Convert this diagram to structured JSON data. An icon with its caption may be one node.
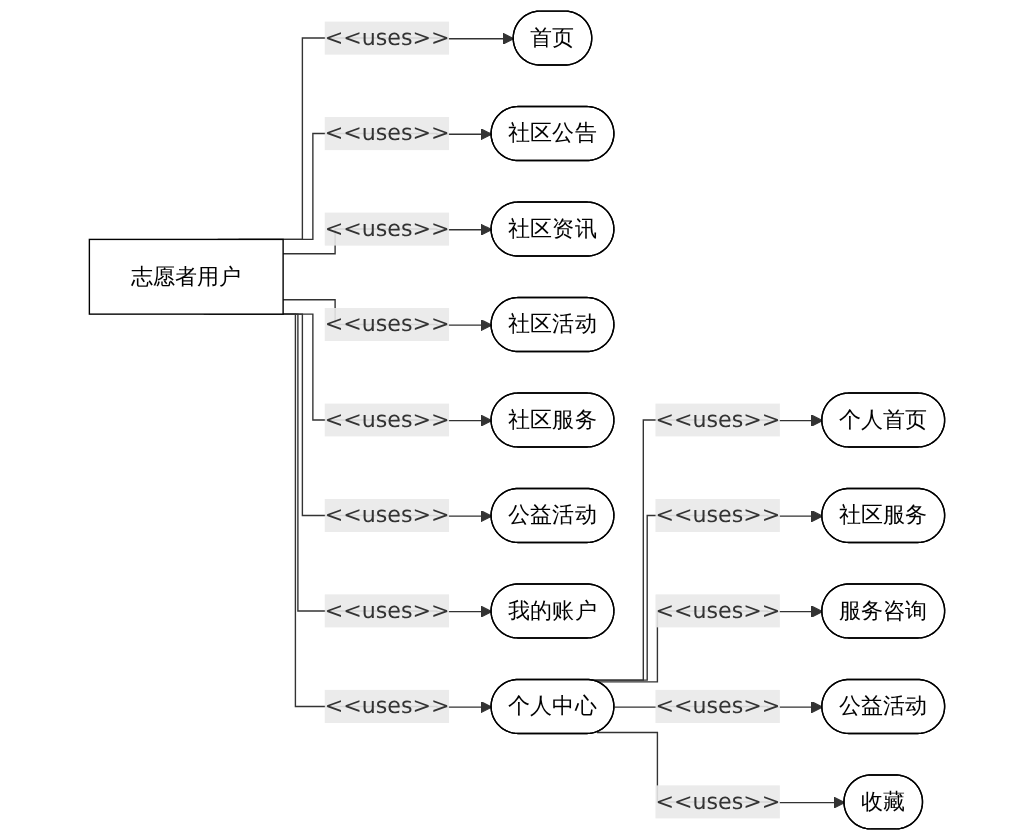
{
  "diagram": {
    "nodes": [
      {
        "text": [
          "志愿者用户"
        ]
      },
      {
        "text": [
          "首页"
        ]
      },
      {
        "text": [
          "社区公告"
        ]
      },
      {
        "text": [
          "社区资讯"
        ]
      },
      {
        "text": [
          "社区活动"
        ]
      },
      {
        "text": [
          "社区服务"
        ]
      },
      {
        "text": [
          "公益活动"
        ]
      },
      {
        "text": [
          "我的账户"
        ]
      },
      {
        "text": [
          "个人中心"
        ]
      },
      {
        "text": [
          "个人首页"
        ]
      },
      {
        "text": [
          "社区服务"
        ]
      },
      {
        "text": [
          "服务咨询"
        ]
      },
      {
        "text": [
          "公益活动"
        ]
      },
      {
        "text": [
          "收藏"
        ]
      }
    ],
    "edges": [
      {
        "from": 0,
        "to": 1,
        "arrow": "to",
        "label": "<<uses>>"
      },
      {
        "from": 0,
        "to": 2,
        "arrow": "to",
        "label": "<<uses>>"
      },
      {
        "from": 0,
        "to": 3,
        "arrow": "to",
        "label": "<<uses>>"
      },
      {
        "from": 0,
        "to": 4,
        "arrow": "to",
        "label": "<<uses>>"
      },
      {
        "from": 0,
        "to": 5,
        "arrow": "to",
        "label": "<<uses>>"
      },
      {
        "from": 0,
        "to": 6,
        "arrow": "to",
        "label": "<<uses>>"
      },
      {
        "from": 0,
        "to": 7,
        "arrow": "to",
        "label": "<<uses>>"
      },
      {
        "from": 0,
        "to": 8,
        "arrow": "to",
        "label": "<<uses>>"
      },
      {
        "from": 8,
        "to": 9,
        "arrow": "to",
        "label": "<<uses>>"
      },
      {
        "from": 8,
        "to": 10,
        "arrow": "to",
        "label": "<<uses>>"
      },
      {
        "from": 8,
        "to": 11,
        "arrow": "to",
        "label": "<<uses>>"
      },
      {
        "from": 8,
        "to": 12,
        "arrow": "to",
        "label": "<<uses>>"
      },
      {
        "from": 8,
        "to": 13,
        "arrow": "to",
        "label": "<<uses>>"
      }
    ]
  }
}
